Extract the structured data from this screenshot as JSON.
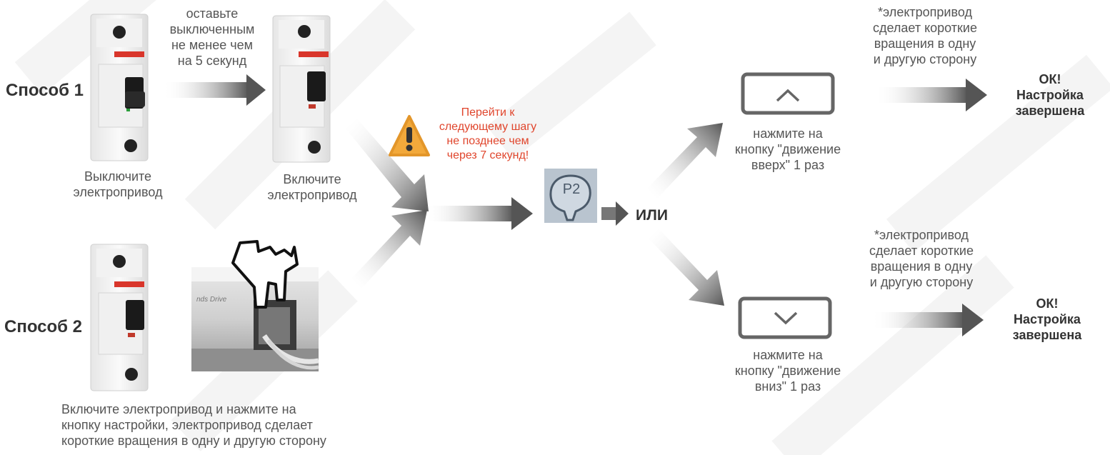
{
  "method1": {
    "label": "Способ 1",
    "step_off": "Выключите\nэлектропривод",
    "wait_note": "оставьте\nвыключенным\nне менее чем\nна 5 секунд",
    "step_on": "Включите\nэлектропривод"
  },
  "method2": {
    "label": "Способ 2",
    "instruction": "Включите электропривод и нажмите на\nкнопку настройки, электропривод сделает\nкороткие вращения в одну и другую сторону",
    "device_label": "nds Drive"
  },
  "warning": {
    "text": "Перейти к\nследующему шагу\nне позднее чем\nчерез 7 секунд!",
    "color": "#e0452c"
  },
  "p2_button": {
    "label": "P2"
  },
  "or_label": "ИЛИ",
  "branch_up": {
    "note": "*электропривод\nсделает короткие\nвращения в одну\nи другую сторону",
    "button_icon": "chevron-up-icon",
    "instruction": "нажмите на\nкнопку \"движение\nвверх\" 1 раз",
    "result": "ОК!\nНастройка\nзавершена"
  },
  "branch_down": {
    "note": "*электропривод\nсделает короткие\nвращения в одну\nи другую сторону",
    "button_icon": "chevron-down-icon",
    "instruction": "нажмите на\nкнопку \"движение\nвниз\" 1 раз",
    "result": "ОК!\nНастройка\nзавершена"
  },
  "colors": {
    "arrow": "#555555",
    "breaker_red": "#d9362b",
    "remote_frame": "#666666"
  }
}
